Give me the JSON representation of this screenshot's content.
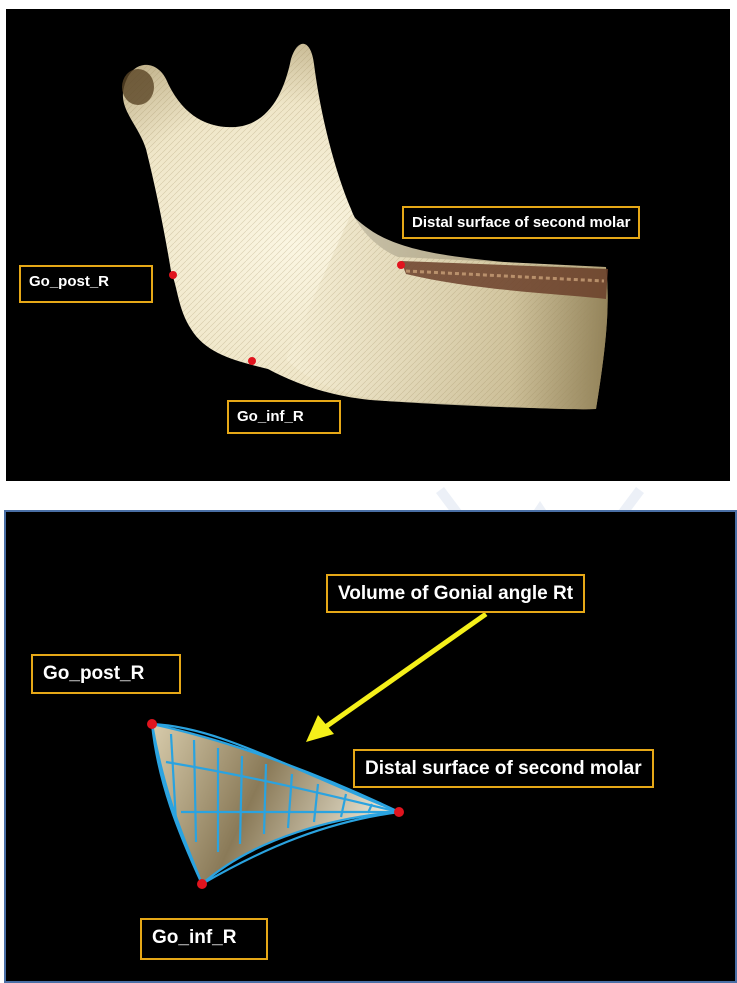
{
  "top_panel": {
    "labels": {
      "distal": "Distal surface of  second molar",
      "go_post": "Go_post_R",
      "go_inf": "Go_inf_R"
    }
  },
  "bottom_panel": {
    "labels": {
      "volume": "Volume of Gonial angle Rt",
      "go_post": "Go_post_R",
      "distal": "Distal surface of  second molar",
      "go_inf": "Go_inf_R"
    }
  },
  "colors": {
    "panel_background": "#000000",
    "label_border": "#e6a817",
    "landmark_point": "#e0141e",
    "arrow": "#f5f01a",
    "wireframe": "#2aa3e0",
    "bone": "#efe6c8"
  }
}
